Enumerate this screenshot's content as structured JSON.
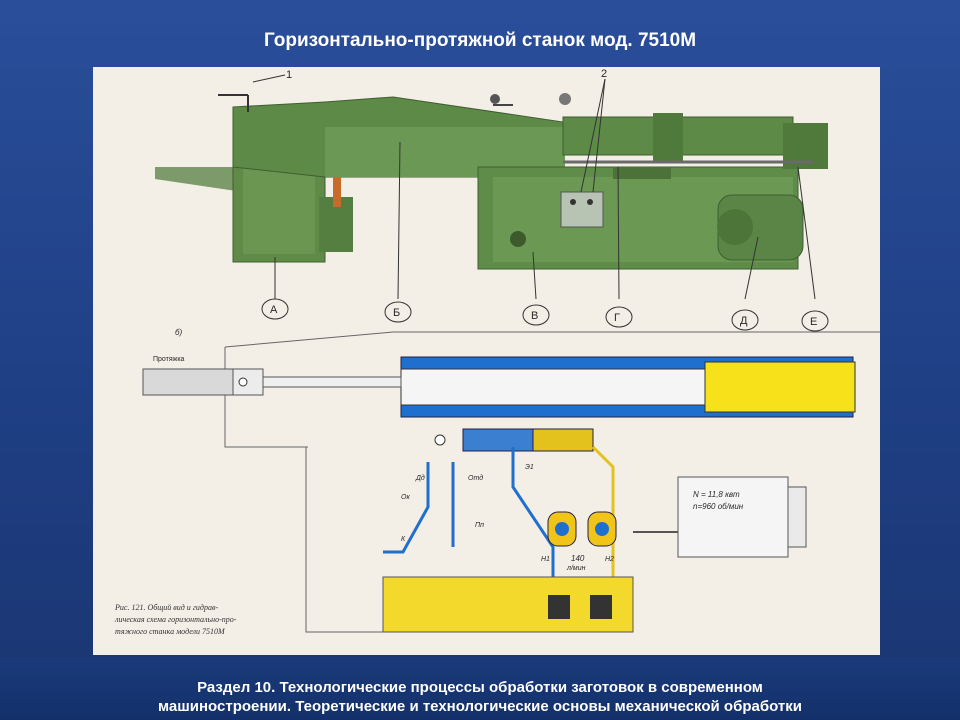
{
  "slide": {
    "title": "Горизонтально-протяжной станок мод. 7510М",
    "footer_line1": "Раздел 10. Технологические процессы обработки заготовок в современном",
    "footer_line2": "машиностроении. Теоретические и технологические основы механической обработки"
  },
  "figure": {
    "callout_1": "1",
    "callout_2": "2",
    "part_labels": [
      "А",
      "Б",
      "В",
      "Г",
      "Д",
      "Е"
    ],
    "subfig_b": "б)",
    "broach_label": "Протяжка",
    "motor_power": "N = 11,8 квт",
    "motor_speed": "n=960 об/мин",
    "pump_flow": "140",
    "pump_flow_unit": "л/мин",
    "valve_e1": "Э1",
    "valve_da": "Дд",
    "valve_ok": "Ок",
    "valve_ot": "Отд",
    "valve_pp": "Пп",
    "valve_k": "К",
    "pump_n1": "Н1",
    "pump_n2": "Н2",
    "caption_line1": "Рис. 121. Общий вид и гидрав-",
    "caption_line2": "лическая схема горизонтально-про-",
    "caption_line3": "тяжного станка модели 7510М"
  }
}
